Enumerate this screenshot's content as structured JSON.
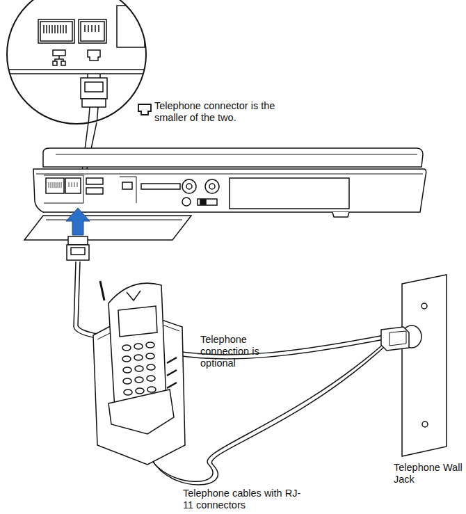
{
  "diagram": {
    "labels": [
      "Telephone connector is the smaller of the two.",
      "Telephone connection is optional",
      "Telephone Wall Jack",
      "Telephone cables with RJ-11 connectors"
    ]
  }
}
